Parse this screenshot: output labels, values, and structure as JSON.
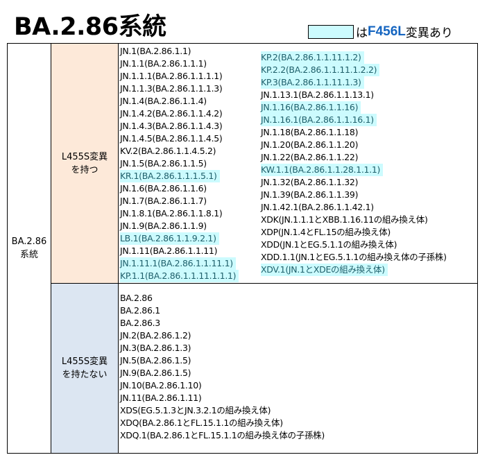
{
  "title": "BA.2.86系統",
  "legend": {
    "pre": "は",
    "mutation": "F456L",
    "post": "変異あり",
    "highlight_color": "#ccfbfe"
  },
  "lineage": "BA.2.86\n系統",
  "groups": [
    {
      "label": "L455S変異\nを持つ",
      "left": [
        {
          "t": "JN.1(BA.2.86.1.1)",
          "h": false
        },
        {
          "t": "JN.1.1(BA.2.86.1.1.1)",
          "h": false
        },
        {
          "t": "JN.1.1.1(BA.2.86.1.1.1.1)",
          "h": false
        },
        {
          "t": "JN.1.1.3(BA.2.86.1.1.1.3)",
          "h": false
        },
        {
          "t": "JN.1.4(BA.2.86.1.1.4)",
          "h": false
        },
        {
          "t": "JN.1.4.2(BA.2.86.1.1.4.2)",
          "h": false
        },
        {
          "t": "JN.1.4.3(BA.2.86.1.1.4.3)",
          "h": false
        },
        {
          "t": "JN.1.4.5(BA.2.86.1.1.4.5)",
          "h": false
        },
        {
          "t": "KV.2(BA.2.86.1.1.4.5.2)",
          "h": false
        },
        {
          "t": "JN.1.5(BA.2.86.1.1.5)",
          "h": false
        },
        {
          "t": "KR.1(BA.2.86.1.1.1.5.1)",
          "h": true
        },
        {
          "t": "JN.1.6(BA.2.86.1.1.6)",
          "h": false
        },
        {
          "t": "JN.1.7(BA.2.86.1.1.7)",
          "h": false
        },
        {
          "t": "JN.1.8.1(BA.2.86.1.1.8.1)",
          "h": false
        },
        {
          "t": "JN.1.9(BA.2.86.1.1.9)",
          "h": false
        },
        {
          "t": "LB.1(BA.2.86.1.1.9.2.1)",
          "h": true
        },
        {
          "t": "JN.1.11(BA.2.86.1.1.11)",
          "h": false
        },
        {
          "t": "JN.1.11.1(BA.2.86.1.1.11.1)",
          "h": true
        },
        {
          "t": "KP.1.1(BA.2.86.1.1.11.1.1.1)",
          "h": true
        }
      ],
      "right": [
        {
          "t": "KP.2(BA.2.86.1.1.11.1.2)",
          "h": true
        },
        {
          "t": "KP.2.2(BA.2.86.1.1.11.1.2.2)",
          "h": true
        },
        {
          "t": "KP.3(BA.2.86.1.1.11.1.3)",
          "h": true
        },
        {
          "t": "JN.1.13.1(BA.2.86.1.1.13.1)",
          "h": false
        },
        {
          "t": "JN.1.16(BA.2.86.1.1.16)",
          "h": true
        },
        {
          "t": "JN.1.16.1(BA.2.86.1.1.16.1)",
          "h": true
        },
        {
          "t": "JN.1.18(BA.2.86.1.1.18)",
          "h": false
        },
        {
          "t": "JN.1.20(BA.2.86.1.1.20)",
          "h": false
        },
        {
          "t": "JN.1.22(BA.2.86.1.1.22)",
          "h": false
        },
        {
          "t": "KW.1.1(BA.2.86.1.1.28.1.1.1)",
          "h": true
        },
        {
          "t": "JN.1.32(BA.2.86.1.1.32)",
          "h": false
        },
        {
          "t": "JN.1.39(BA.2.86.1.1.39)",
          "h": false
        },
        {
          "t": "JN.1.42.1(BA.2.86.1.1.42.1)",
          "h": false
        },
        {
          "t": "XDK(JN.1.1.1とXBB.1.16.11の組み換え体)",
          "h": false
        },
        {
          "t": "XDP(JN.1.4とFL.15の組み換え体)",
          "h": false
        },
        {
          "t": "XDD(JN.1とEG.5.1.1の組み換え体)",
          "h": false
        },
        {
          "t": "XDD.1.1(JN.1とEG.5.1.1の組み換え体の子孫株)",
          "h": false
        },
        {
          "t": "XDV.1(JN.1とXDEの組み換え体)",
          "h": true
        }
      ]
    },
    {
      "label": "L455S変異\nを持たない",
      "left": [
        {
          "t": "BA.2.86",
          "h": false
        },
        {
          "t": "BA.2.86.1",
          "h": false
        },
        {
          "t": "BA.2.86.3",
          "h": false
        },
        {
          "t": "JN.2(BA.2.86.1.2)",
          "h": false
        },
        {
          "t": "JN.3(BA.2.86.1.3)",
          "h": false
        },
        {
          "t": "JN.5(BA.2.86.1.5)",
          "h": false
        },
        {
          "t": "JN.9(BA.2.86.1.5)",
          "h": false
        },
        {
          "t": "JN.10(BA.2.86.1.10)",
          "h": false
        },
        {
          "t": "JN.11(BA.2.86.1.11)",
          "h": false
        },
        {
          "t": "XDS(EG.5.1.3とJN.3.2.1の組み換え体)",
          "h": false
        },
        {
          "t": "XDQ(BA.2.86.1とFL.15.1.1の組み換え体)",
          "h": false
        },
        {
          "t": "XDQ.1(BA.2.86.1とFL.15.1.1の組み換え体の子孫株)",
          "h": false
        }
      ],
      "right": []
    }
  ]
}
